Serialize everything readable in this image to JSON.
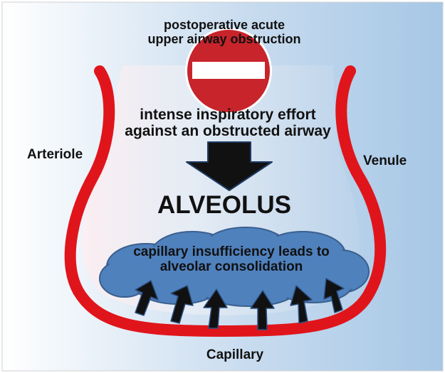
{
  "diagram": {
    "title_line1": "postoperative acute",
    "title_line2": "upper airway obstruction",
    "effort_line1": "intense inspiratory effort",
    "effort_line2": "against an obstructed airway",
    "left_vessel_label": "Arteriole",
    "right_vessel_label": "Venule",
    "center_label": "ALVEOLUS",
    "cloud_line1": "capillary insufficiency leads to",
    "cloud_line2": "alveolar consolidation",
    "bottom_label": "Capillary"
  },
  "colors": {
    "vessel": "#e0151b",
    "no_entry_sign": "#c8242b",
    "cloud": "#4f81bd",
    "arrow": "#111111",
    "background_light": "#ffffff",
    "background_blue": "#a8c8e8"
  },
  "icons": {
    "no_entry": "no-entry-icon",
    "down_arrow": "down-arrow-icon",
    "up_arrows": "up-arrow-icon"
  }
}
